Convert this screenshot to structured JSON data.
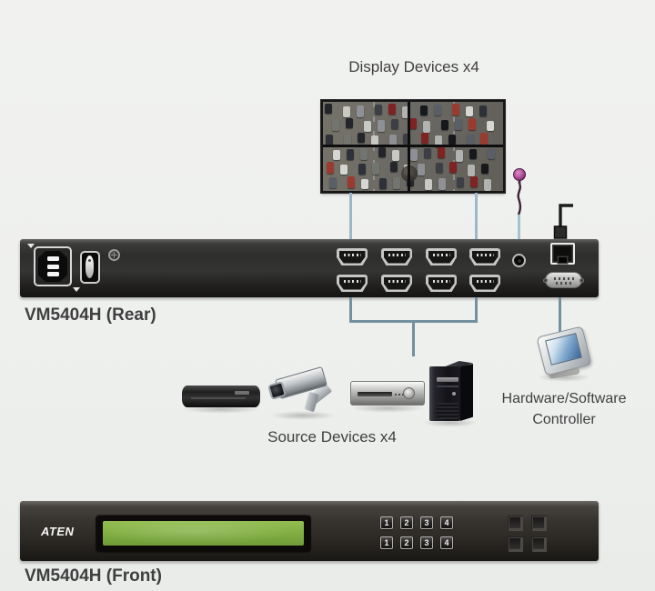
{
  "display": {
    "title": "Display Devices x4"
  },
  "rear_panel": {
    "label": "VM5404H (Rear)"
  },
  "front_panel": {
    "label": "VM5404H (Front)",
    "brand": "ATEN",
    "buttons_row1": [
      "1",
      "2",
      "3",
      "4"
    ],
    "buttons_row2": [
      "1",
      "2",
      "3",
      "4"
    ]
  },
  "sources": {
    "label": "Source Devices x4"
  },
  "controller": {
    "line1": "Hardware/Software",
    "line2": "Controller"
  },
  "colors": {
    "panel_text": "#3f3f3f",
    "line_top": "#9cb8c8",
    "line_bottom": "#74909f",
    "traffic_road": "#6b6963",
    "lcd_green_top": "#93bd52",
    "lcd_green_bottom": "#6f9c37",
    "ir_bulb": "#b04f9a",
    "traffic_palette": [
      "#23252a",
      "#c9c9c4",
      "#8e9095",
      "#3c4046",
      "#7e2222",
      "#b0b3b0",
      "#17181c",
      "#5a5e66",
      "#9b3b30",
      "#d6d6d2",
      "#2e3138",
      "#72756f"
    ]
  }
}
